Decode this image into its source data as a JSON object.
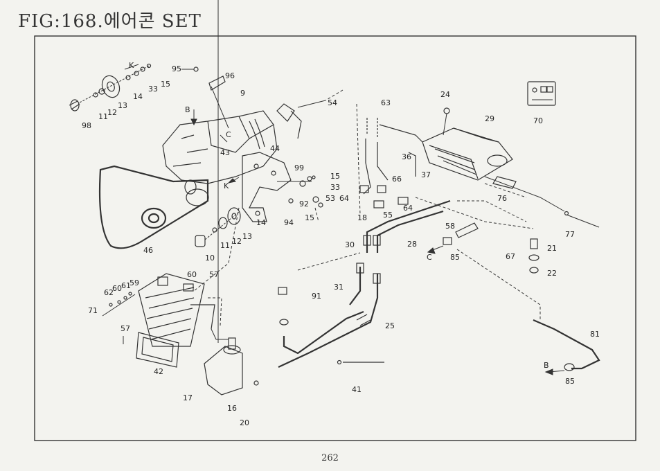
{
  "figure": {
    "title": "FIG:168.에어콘 SET",
    "page_number": "262"
  },
  "callouts": [
    {
      "id": "c98",
      "text": "98"
    },
    {
      "id": "c11a",
      "text": "11"
    },
    {
      "id": "c12a",
      "text": "12"
    },
    {
      "id": "c13a",
      "text": "13"
    },
    {
      "id": "c14a",
      "text": "14"
    },
    {
      "id": "cK1",
      "text": "K"
    },
    {
      "id": "c33a",
      "text": "33"
    },
    {
      "id": "c15a",
      "text": "15"
    },
    {
      "id": "c95",
      "text": "95"
    },
    {
      "id": "c96",
      "text": "96"
    },
    {
      "id": "c9",
      "text": "9"
    },
    {
      "id": "c54",
      "text": "54"
    },
    {
      "id": "cB1",
      "text": "B"
    },
    {
      "id": "cC1",
      "text": "C"
    },
    {
      "id": "c43",
      "text": "43"
    },
    {
      "id": "c44",
      "text": "44"
    },
    {
      "id": "cK2",
      "text": "K"
    },
    {
      "id": "c99",
      "text": "99"
    },
    {
      "id": "c15b",
      "text": "15"
    },
    {
      "id": "c33b",
      "text": "33"
    },
    {
      "id": "c92",
      "text": "92"
    },
    {
      "id": "c53",
      "text": "53"
    },
    {
      "id": "c64a",
      "text": "64"
    },
    {
      "id": "c94",
      "text": "94"
    },
    {
      "id": "c15c",
      "text": "15"
    },
    {
      "id": "c14b",
      "text": "14"
    },
    {
      "id": "c13b",
      "text": "13"
    },
    {
      "id": "c12b",
      "text": "12"
    },
    {
      "id": "c11b",
      "text": "11"
    },
    {
      "id": "c10",
      "text": "10"
    },
    {
      "id": "c46",
      "text": "46"
    },
    {
      "id": "c63",
      "text": "63"
    },
    {
      "id": "c24",
      "text": "24"
    },
    {
      "id": "c29",
      "text": "29"
    },
    {
      "id": "c70",
      "text": "70"
    },
    {
      "id": "c36",
      "text": "36"
    },
    {
      "id": "c37",
      "text": "37"
    },
    {
      "id": "c66",
      "text": "66"
    },
    {
      "id": "c18",
      "text": "18"
    },
    {
      "id": "c55",
      "text": "55"
    },
    {
      "id": "c64b",
      "text": "64"
    },
    {
      "id": "c76",
      "text": "76"
    },
    {
      "id": "c77",
      "text": "77"
    },
    {
      "id": "c58",
      "text": "58"
    },
    {
      "id": "c28",
      "text": "28"
    },
    {
      "id": "c30",
      "text": "30"
    },
    {
      "id": "cC2",
      "text": "C"
    },
    {
      "id": "c85a",
      "text": "85"
    },
    {
      "id": "c21",
      "text": "21"
    },
    {
      "id": "c67",
      "text": "67"
    },
    {
      "id": "c22",
      "text": "22"
    },
    {
      "id": "c60",
      "text": "60"
    },
    {
      "id": "c57a",
      "text": "57"
    },
    {
      "id": "c62",
      "text": "62"
    },
    {
      "id": "c60b",
      "text": "60"
    },
    {
      "id": "c61",
      "text": "61"
    },
    {
      "id": "c59",
      "text": "59"
    },
    {
      "id": "c71",
      "text": "71"
    },
    {
      "id": "c57b",
      "text": "57"
    },
    {
      "id": "c42",
      "text": "42"
    },
    {
      "id": "c91",
      "text": "91"
    },
    {
      "id": "c31",
      "text": "31"
    },
    {
      "id": "c25",
      "text": "25"
    },
    {
      "id": "c41",
      "text": "41"
    },
    {
      "id": "c17",
      "text": "17"
    },
    {
      "id": "c16",
      "text": "16"
    },
    {
      "id": "c20",
      "text": "20"
    },
    {
      "id": "c81",
      "text": "81"
    },
    {
      "id": "cB2",
      "text": "B"
    },
    {
      "id": "c85b",
      "text": "85"
    }
  ]
}
